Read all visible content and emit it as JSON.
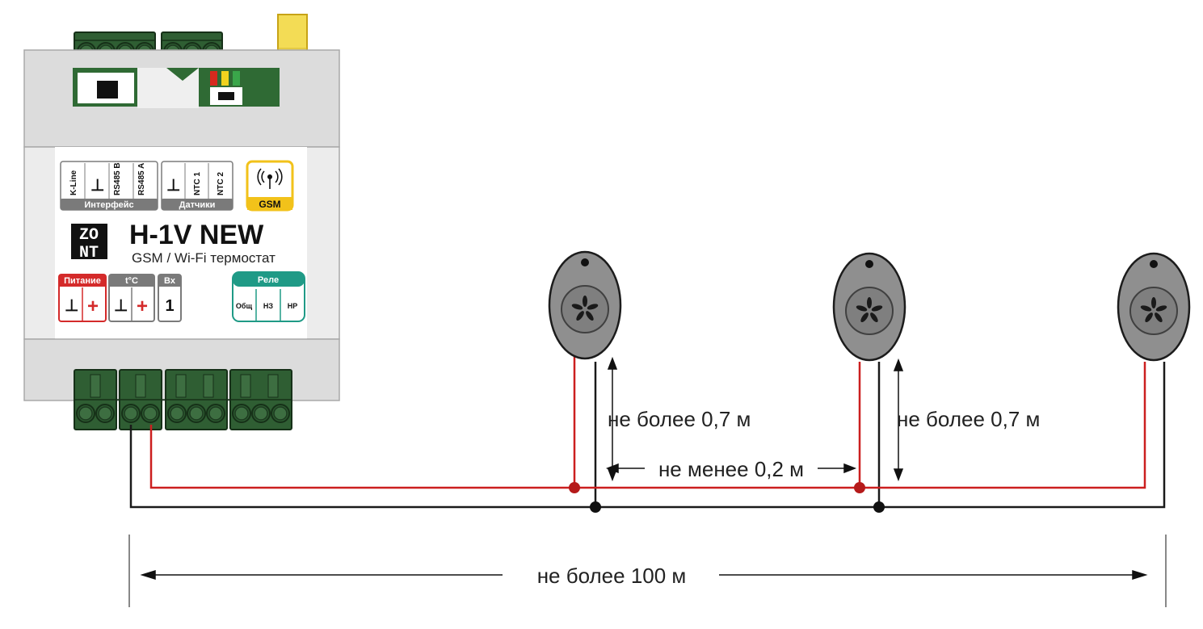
{
  "device": {
    "brand_line1": "ZO",
    "brand_line2": "NT",
    "model": "H-1V NEW",
    "subtitle": "GSM / Wi-Fi термостат",
    "interface_group": "Интерфейс",
    "interface_pins": [
      "K-Line",
      "⊥",
      "RS485 B",
      "RS485 A"
    ],
    "sensors_group": "Датчики",
    "sensors_pins": [
      "⊥",
      "NTC 1",
      "NTC 2"
    ],
    "gsm_label": "GSM",
    "power_group": "Питание",
    "power_pins": [
      "⊥",
      "+"
    ],
    "temp_group": "t°C",
    "temp_pins": [
      "⊥",
      "+"
    ],
    "input_group": "Вх",
    "input_pins": [
      "1"
    ],
    "relay_group": "Реле",
    "relay_pins": [
      "Общ",
      "НЗ",
      "НР"
    ]
  },
  "sensors": {
    "count": 3,
    "icon": "temperature-sensor-icon"
  },
  "dimensions": {
    "stub_length_1": "не более 0,7 м",
    "stub_length_2": "не более 0,7 м",
    "min_spacing": "не менее 0,2 м",
    "total_length": "не более 100 м"
  },
  "colors": {
    "wire_positive": "#cc1f1f",
    "wire_ground": "#1a1a1a",
    "terminal_green": "#2f5e33",
    "power_red": "#d42a2a",
    "relay_teal": "#1f9a86",
    "gsm_yellow": "#f2c21a",
    "housing_grey": "#dcdcdc"
  }
}
